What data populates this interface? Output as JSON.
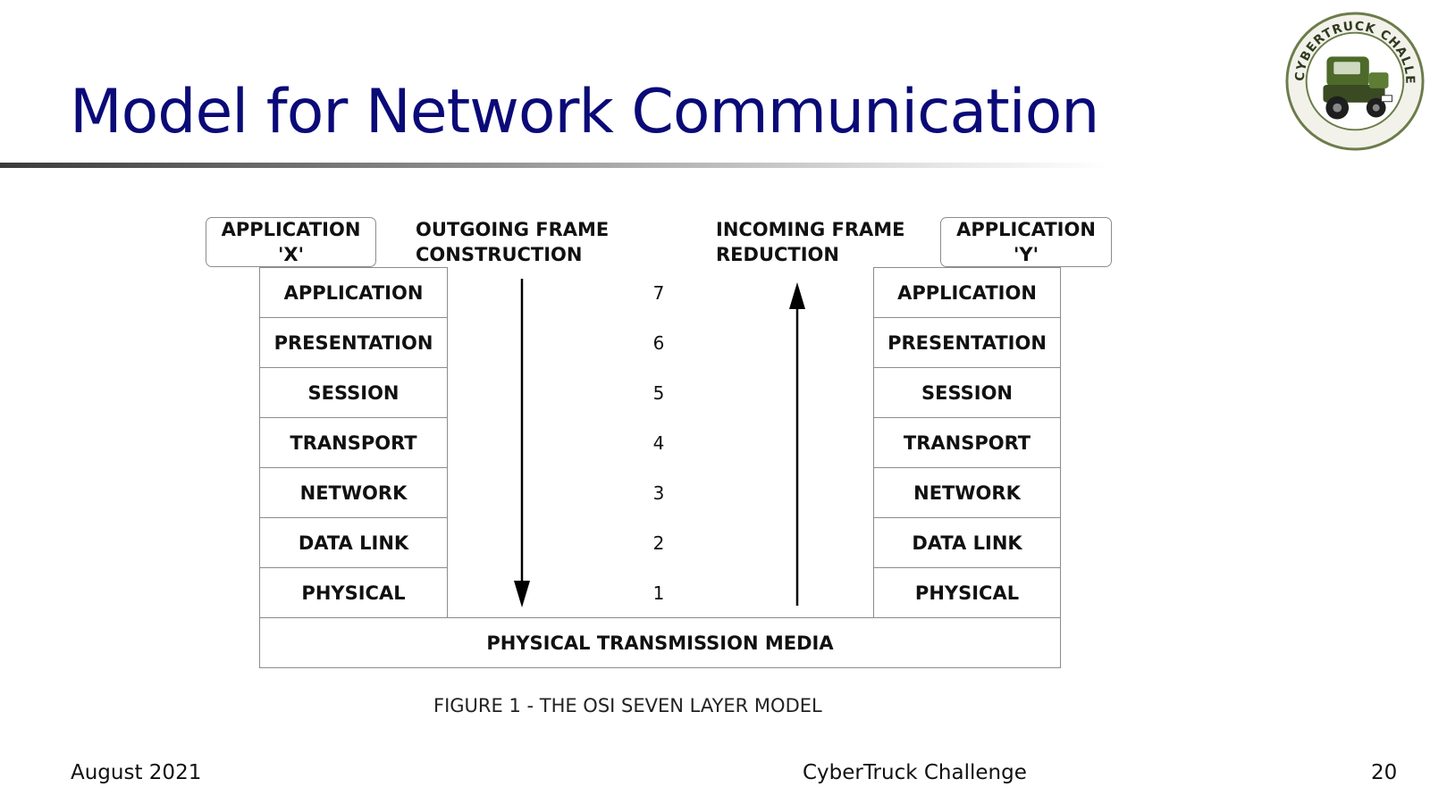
{
  "slide": {
    "title": "Model for Network Communication"
  },
  "logo": {
    "text": "CYBERTRUCK CHALLENGE",
    "icon": "truck-icon"
  },
  "diagram": {
    "app_x": {
      "line1": "APPLICATION",
      "line2": "'X'"
    },
    "app_y": {
      "line1": "APPLICATION",
      "line2": "'Y'"
    },
    "outgoing": {
      "line1": "OUTGOING FRAME",
      "line2": "CONSTRUCTION"
    },
    "incoming": {
      "line1": "INCOMING FRAME",
      "line2": "REDUCTION"
    },
    "layers": [
      {
        "name": "APPLICATION",
        "number": "7"
      },
      {
        "name": "PRESENTATION",
        "number": "6"
      },
      {
        "name": "SESSION",
        "number": "5"
      },
      {
        "name": "TRANSPORT",
        "number": "4"
      },
      {
        "name": "NETWORK",
        "number": "3"
      },
      {
        "name": "DATA LINK",
        "number": "2"
      },
      {
        "name": "PHYSICAL",
        "number": "1"
      }
    ],
    "media": "PHYSICAL TRANSMISSION MEDIA",
    "caption": "FIGURE 1 - THE OSI SEVEN LAYER MODEL"
  },
  "footer": {
    "date": "August 2021",
    "center": "CyberTruck Challenge",
    "page": "20"
  }
}
